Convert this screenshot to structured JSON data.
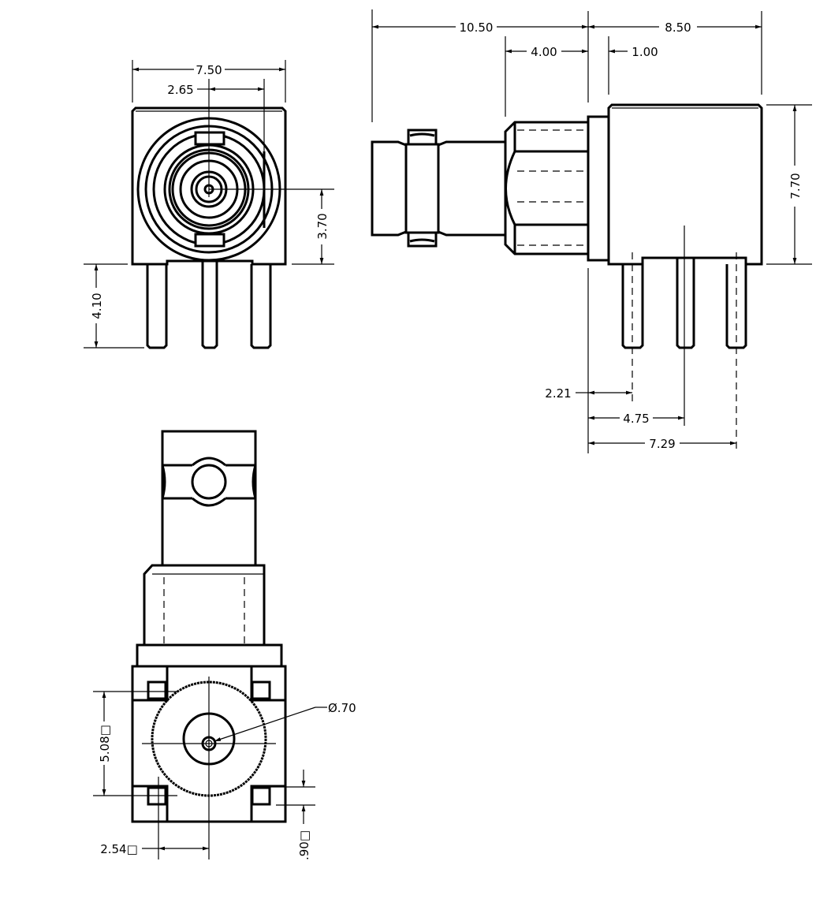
{
  "drawing": {
    "front_view": {
      "width": "7.50",
      "offset": "2.65",
      "center_height": "3.70",
      "pin_length": "4.10"
    },
    "side_view": {
      "overall_front": "10.50",
      "body_length": "8.50",
      "nut_length": "4.00",
      "flange": "1.00",
      "height": "7.70",
      "pin1": "2.21",
      "pin2": "4.75",
      "pin3": "7.29"
    },
    "bottom_view": {
      "pin_square": "5.08□",
      "half_pitch": "2.54□",
      "pin_size": ".90□",
      "center_pin_dia": "Ø.70"
    }
  }
}
